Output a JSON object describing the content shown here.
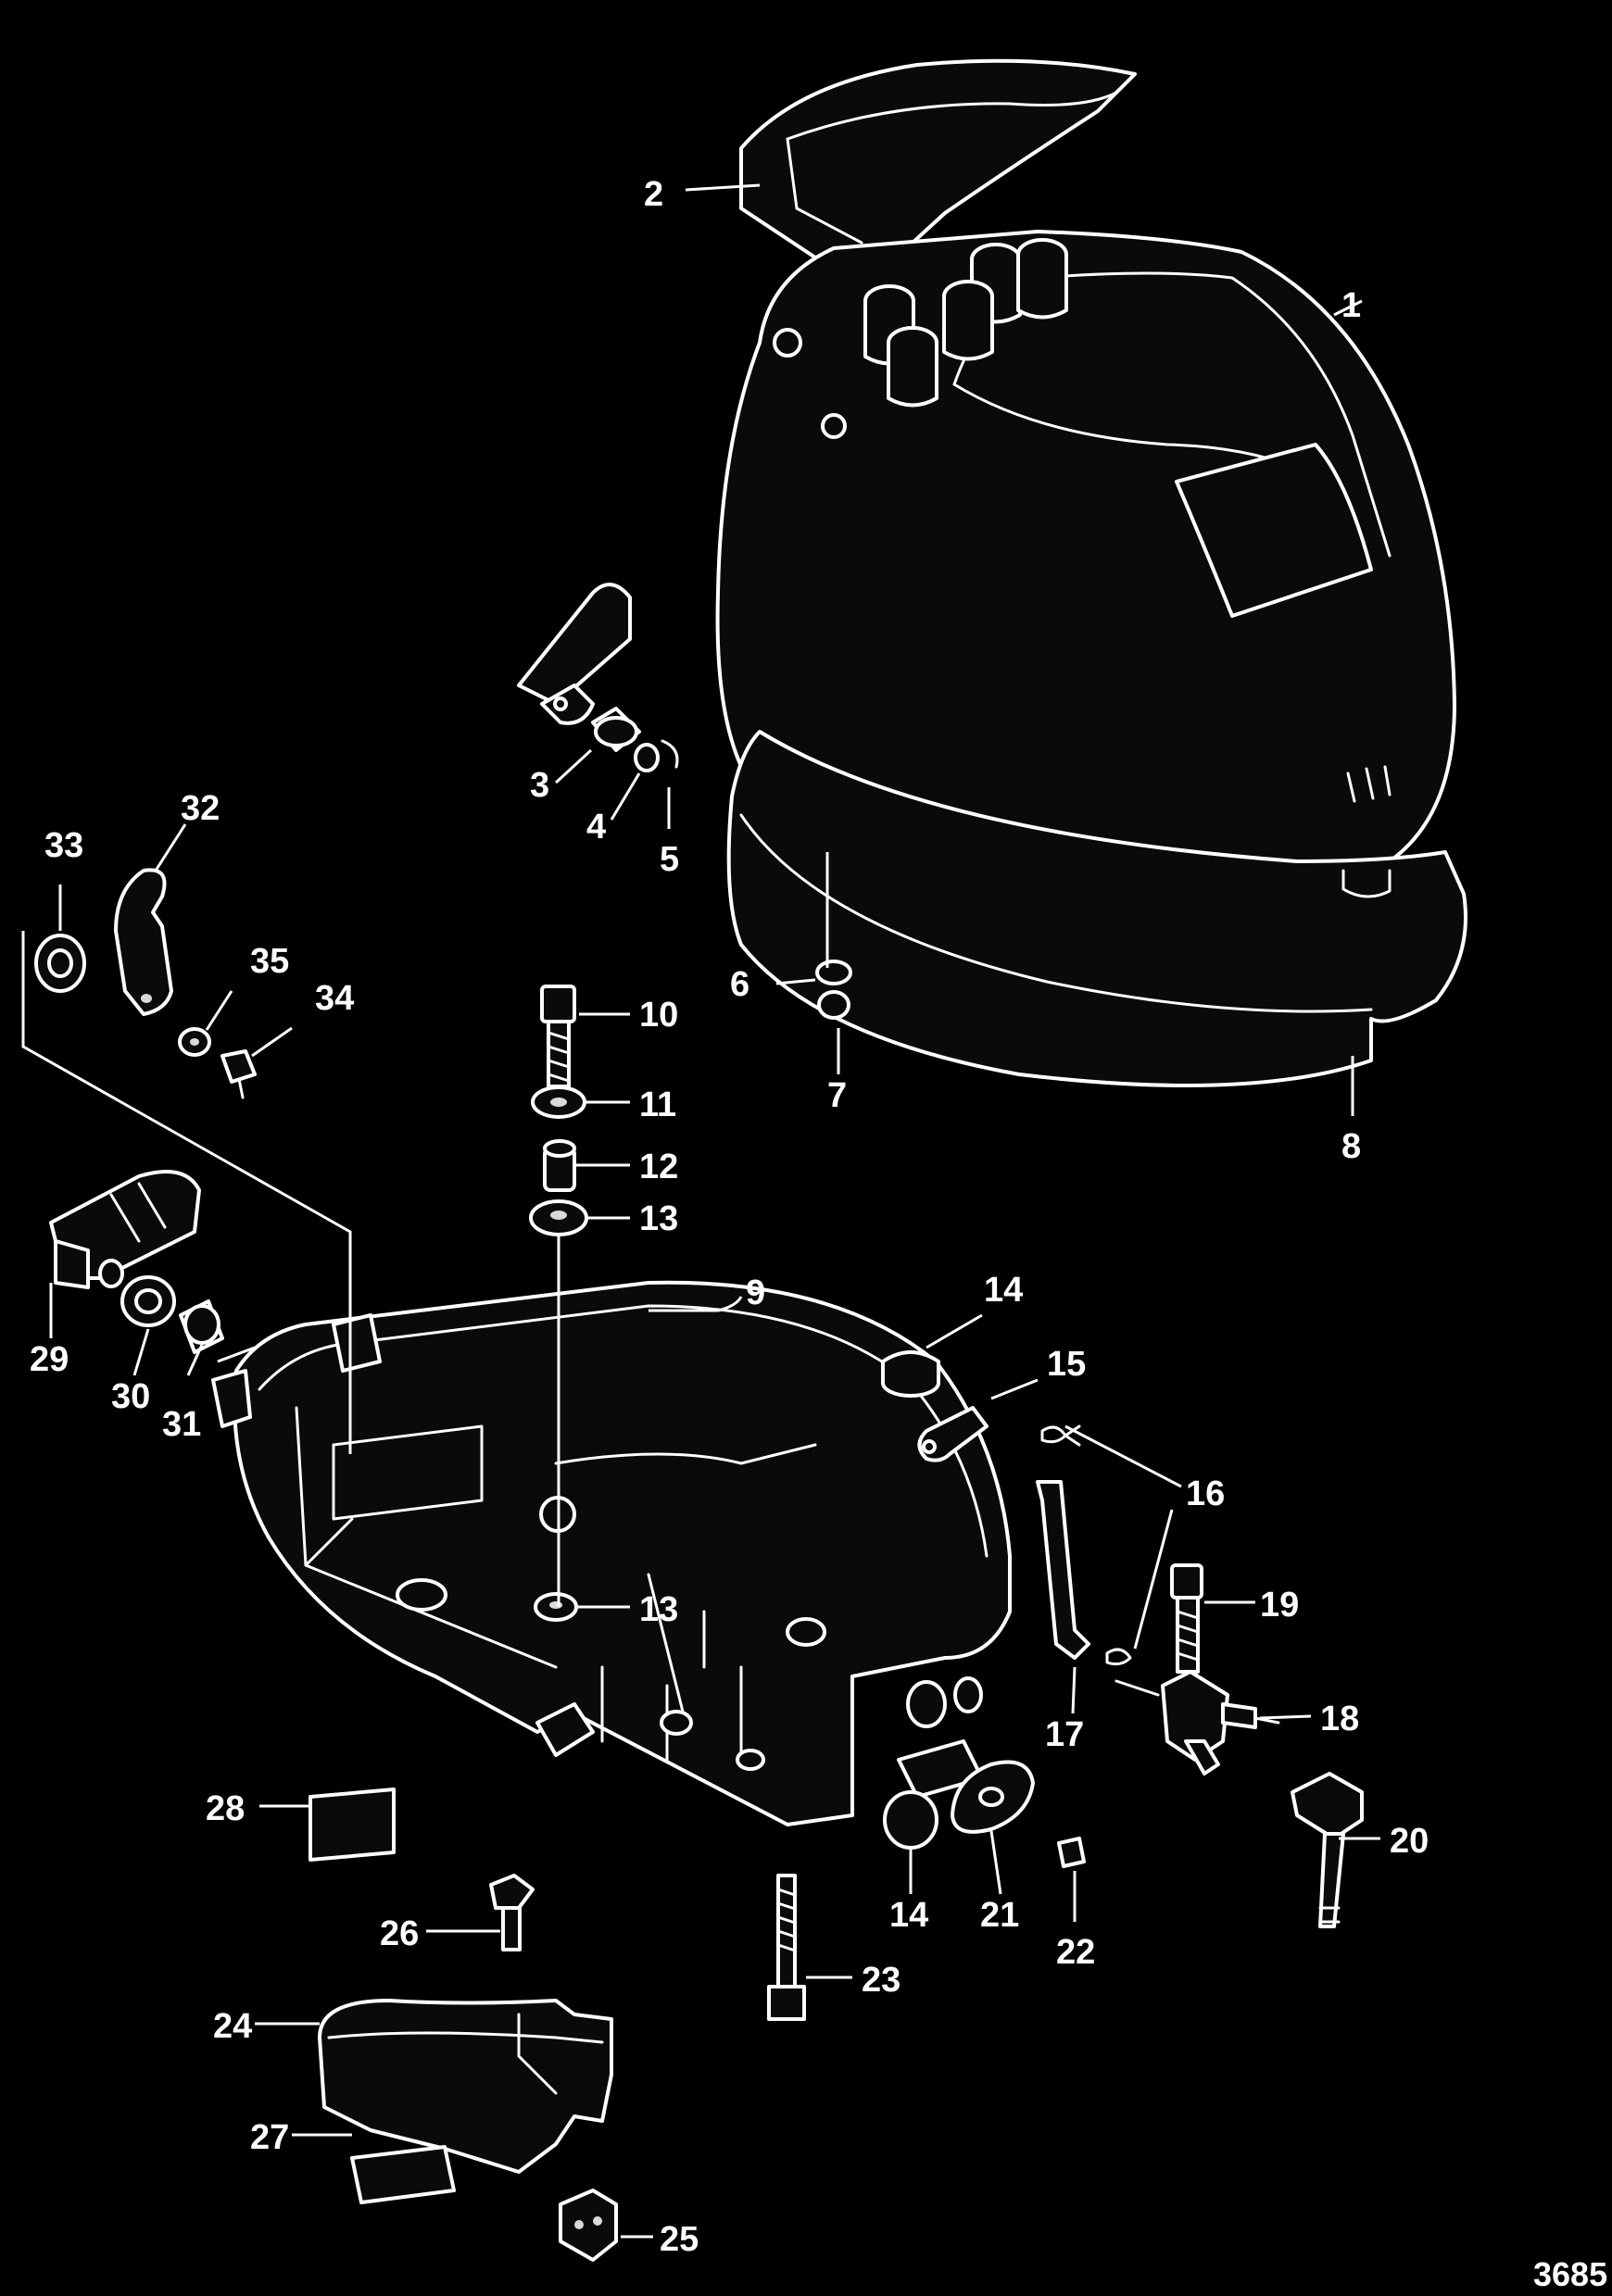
{
  "diagram": {
    "reference_number": "3685",
    "callouts": [
      {
        "id": "c1",
        "label": "1"
      },
      {
        "id": "c2",
        "label": "2"
      },
      {
        "id": "c3",
        "label": "3"
      },
      {
        "id": "c4",
        "label": "4"
      },
      {
        "id": "c5",
        "label": "5"
      },
      {
        "id": "c6",
        "label": "6"
      },
      {
        "id": "c7",
        "label": "7"
      },
      {
        "id": "c8",
        "label": "8"
      },
      {
        "id": "c9",
        "label": "9"
      },
      {
        "id": "c10",
        "label": "10"
      },
      {
        "id": "c11",
        "label": "11"
      },
      {
        "id": "c12",
        "label": "12"
      },
      {
        "id": "c13a",
        "label": "13"
      },
      {
        "id": "c13b",
        "label": "13"
      },
      {
        "id": "c14a",
        "label": "14"
      },
      {
        "id": "c14b",
        "label": "14"
      },
      {
        "id": "c15",
        "label": "15"
      },
      {
        "id": "c16",
        "label": "16"
      },
      {
        "id": "c17",
        "label": "17"
      },
      {
        "id": "c18",
        "label": "18"
      },
      {
        "id": "c19",
        "label": "19"
      },
      {
        "id": "c20",
        "label": "20"
      },
      {
        "id": "c21",
        "label": "21"
      },
      {
        "id": "c22",
        "label": "22"
      },
      {
        "id": "c23",
        "label": "23"
      },
      {
        "id": "c24",
        "label": "24"
      },
      {
        "id": "c25",
        "label": "25"
      },
      {
        "id": "c26",
        "label": "26"
      },
      {
        "id": "c27",
        "label": "27"
      },
      {
        "id": "c28",
        "label": "28"
      },
      {
        "id": "c29",
        "label": "29"
      },
      {
        "id": "c30",
        "label": "30"
      },
      {
        "id": "c31",
        "label": "31"
      },
      {
        "id": "c32",
        "label": "32"
      },
      {
        "id": "c33",
        "label": "33"
      },
      {
        "id": "c34",
        "label": "34"
      },
      {
        "id": "c35",
        "label": "35"
      }
    ]
  }
}
